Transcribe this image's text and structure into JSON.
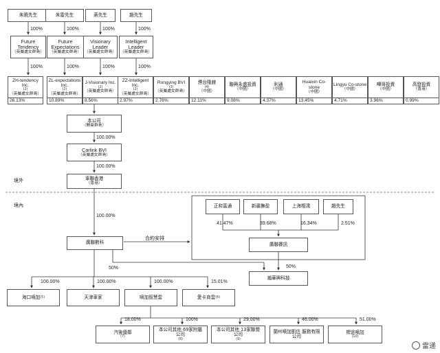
{
  "founders": [
    "朱曉先生",
    "朱雷先生",
    "蔣先生",
    "趙先生"
  ],
  "holdcos": [
    {
      "name": "Future Tendency",
      "note": "（英屬處女群島）"
    },
    {
      "name": "Future Expectations",
      "note": "（英屬處女群島）"
    },
    {
      "name": "Visionary Leader",
      "note": "（英屬處女群島）"
    },
    {
      "name": "Intelligent Leader",
      "note": "（英屬處女群島）"
    }
  ],
  "founder_pct": "100%",
  "shareholders": [
    {
      "name": "ZH-tendency Inc.",
      "ref": "(2)",
      "note": "（英屬處女群島）",
      "pct": "26.13%"
    },
    {
      "name": "ZL-expectations Inc.",
      "ref": "(2)",
      "note": "（英屬處女群島）",
      "pct": "10.89%"
    },
    {
      "name": "J-Visionary Inc.",
      "ref": "(2)",
      "note": "（英屬處女群島）",
      "pct": "8.56%"
    },
    {
      "name": "ZZ-Intelligent Inc.",
      "ref": "(2)",
      "note": "（英屬處女群島）",
      "pct": "2.97%"
    },
    {
      "name": "Rongying BVI",
      "ref": "(3)",
      "note": "（英屬處女群島）",
      "pct": "2.78%"
    },
    {
      "name": "煙台隆赫",
      "ref": "(4)",
      "note": "（中國）",
      "pct": "12.11%"
    },
    {
      "name": "聯興永盛投資",
      "ref": "",
      "note": "（中國）",
      "pct": "9.08%"
    },
    {
      "name": "利通",
      "ref": "",
      "note": "（中國）",
      "pct": "4.37%"
    },
    {
      "name": "Huaixin Co-stone",
      "ref": "",
      "note": "（中國）",
      "pct": "13.45%"
    },
    {
      "name": "Lingyu Co-stone",
      "ref": "",
      "note": "（中國）",
      "pct": "4.71%"
    },
    {
      "name": "嗶哥投資",
      "ref": "",
      "note": "（中國）",
      "pct": "3.96%"
    },
    {
      "name": "高發投資",
      "ref": "",
      "note": "（香港）",
      "pct": "0.99%"
    }
  ],
  "company": {
    "name": "本公司",
    "note": "（開曼群島）"
  },
  "carlink": {
    "name": "Carlink BVI",
    "note": "（英屬處女群島）"
  },
  "hk_co": {
    "name": "車聯香港",
    "note": "（香港）"
  },
  "pct_100": "100.00%",
  "overseas": "境外",
  "onshore": "境內",
  "wfoe": "廣聯數科",
  "contract": "合約安排",
  "vie_holders": [
    {
      "name": "正和富通",
      "pct": "41.47%"
    },
    {
      "name": "新疆撫盈",
      "pct": "39.68%"
    },
    {
      "name": "上海相濡",
      "pct": "16.34%"
    },
    {
      "name": "趙先生",
      "pct": "2.51%"
    }
  ],
  "vie": "廣聯賽訊",
  "pct_50a": "50%",
  "pct_50b": "50%",
  "jv": "瀚華興科技",
  "subs": [
    {
      "name": "海口嘀加",
      "ref": "(5)",
      "pct": "100.00%"
    },
    {
      "name": "天津車家",
      "ref": "",
      "pct": "100.00%"
    },
    {
      "name": "嘀加智慧雲",
      "ref": "",
      "pct": "100.00%"
    },
    {
      "name": "愛卡商雲",
      "ref": "(6)",
      "pct": "15.01%"
    }
  ],
  "vie_subs": [
    {
      "name": "汽後優鄰",
      "ref": "(7)",
      "pct": "18.00%"
    },
    {
      "name": "本公司其他 69家附屬公司",
      "ref": "(8)",
      "pct": "100%"
    },
    {
      "name": "本公司其他 13家聯營公司",
      "ref": "(9)",
      "pct": "29.00%"
    },
    {
      "name": "蘭州嘀加凱信 服務有限公司",
      "ref": "",
      "pct": "46.00%"
    },
    {
      "name": "桿途嘀加",
      "ref": "(10)",
      "pct": "51.00%"
    }
  ],
  "watermark": "雷递"
}
